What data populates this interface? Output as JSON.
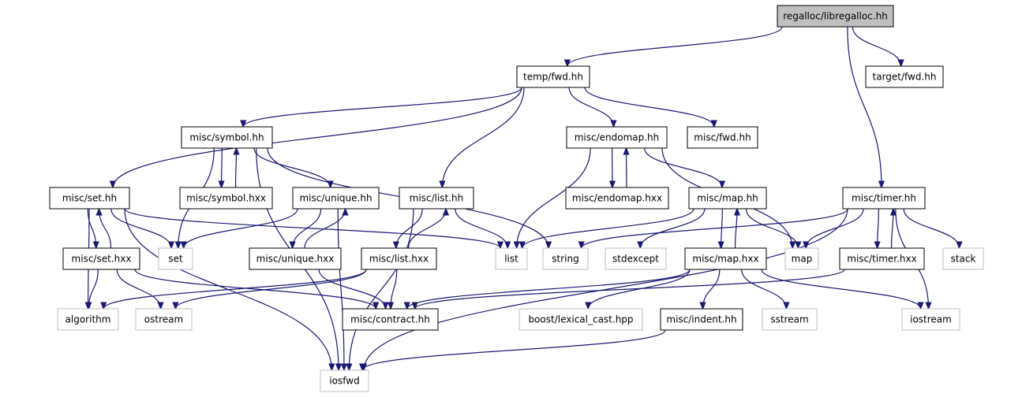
{
  "nodes": [
    {
      "id": "libregalloc_hh",
      "label": "regalloc/libregalloc.hh",
      "kind": "root"
    },
    {
      "id": "temp_fwd_hh",
      "label": "temp/fwd.hh",
      "kind": "internal"
    },
    {
      "id": "target_fwd_hh",
      "label": "target/fwd.hh",
      "kind": "internal"
    },
    {
      "id": "misc_symbol_hh",
      "label": "misc/symbol.hh",
      "kind": "internal"
    },
    {
      "id": "misc_endomap_hh",
      "label": "misc/endomap.hh",
      "kind": "internal"
    },
    {
      "id": "misc_fwd_hh",
      "label": "misc/fwd.hh",
      "kind": "internal"
    },
    {
      "id": "misc_set_hh",
      "label": "misc/set.hh",
      "kind": "internal"
    },
    {
      "id": "misc_symbol_hxx",
      "label": "misc/symbol.hxx",
      "kind": "internal"
    },
    {
      "id": "misc_unique_hh",
      "label": "misc/unique.hh",
      "kind": "internal"
    },
    {
      "id": "misc_list_hh",
      "label": "misc/list.hh",
      "kind": "internal"
    },
    {
      "id": "misc_endomap_hxx",
      "label": "misc/endomap.hxx",
      "kind": "internal"
    },
    {
      "id": "misc_map_hh",
      "label": "misc/map.hh",
      "kind": "internal"
    },
    {
      "id": "misc_timer_hh",
      "label": "misc/timer.hh",
      "kind": "internal"
    },
    {
      "id": "misc_set_hxx",
      "label": "misc/set.hxx",
      "kind": "internal"
    },
    {
      "id": "set",
      "label": "set",
      "kind": "external"
    },
    {
      "id": "misc_unique_hxx",
      "label": "misc/unique.hxx",
      "kind": "internal"
    },
    {
      "id": "misc_list_hxx",
      "label": "misc/list.hxx",
      "kind": "internal"
    },
    {
      "id": "list",
      "label": "list",
      "kind": "external"
    },
    {
      "id": "string",
      "label": "string",
      "kind": "external"
    },
    {
      "id": "stdexcept",
      "label": "stdexcept",
      "kind": "external"
    },
    {
      "id": "misc_map_hxx",
      "label": "misc/map.hxx",
      "kind": "internal"
    },
    {
      "id": "map",
      "label": "map",
      "kind": "external"
    },
    {
      "id": "misc_timer_hxx",
      "label": "misc/timer.hxx",
      "kind": "internal"
    },
    {
      "id": "stack",
      "label": "stack",
      "kind": "external"
    },
    {
      "id": "algorithm",
      "label": "algorithm",
      "kind": "external"
    },
    {
      "id": "ostream",
      "label": "ostream",
      "kind": "external"
    },
    {
      "id": "misc_contract_hh",
      "label": "misc/contract.hh",
      "kind": "internal"
    },
    {
      "id": "boost_lexical_cast_hpp",
      "label": "boost/lexical_cast.hpp",
      "kind": "external"
    },
    {
      "id": "misc_indent_hh",
      "label": "misc/indent.hh",
      "kind": "internal"
    },
    {
      "id": "sstream",
      "label": "sstream",
      "kind": "external"
    },
    {
      "id": "iostream",
      "label": "iostream",
      "kind": "external"
    },
    {
      "id": "iosfwd",
      "label": "iosfwd",
      "kind": "external"
    }
  ],
  "edges": [
    [
      "libregalloc_hh",
      "temp_fwd_hh"
    ],
    [
      "libregalloc_hh",
      "target_fwd_hh"
    ],
    [
      "libregalloc_hh",
      "misc_timer_hh"
    ],
    [
      "temp_fwd_hh",
      "misc_symbol_hh"
    ],
    [
      "temp_fwd_hh",
      "misc_set_hh"
    ],
    [
      "temp_fwd_hh",
      "misc_list_hh"
    ],
    [
      "temp_fwd_hh",
      "misc_endomap_hh"
    ],
    [
      "temp_fwd_hh",
      "misc_fwd_hh"
    ],
    [
      "misc_symbol_hh",
      "misc_symbol_hxx"
    ],
    [
      "misc_symbol_hxx",
      "misc_symbol_hh"
    ],
    [
      "misc_symbol_hh",
      "misc_unique_hh"
    ],
    [
      "misc_symbol_hh",
      "set"
    ],
    [
      "misc_symbol_hh",
      "string"
    ],
    [
      "misc_symbol_hh",
      "iosfwd"
    ],
    [
      "misc_unique_hh",
      "misc_unique_hxx"
    ],
    [
      "misc_unique_hxx",
      "misc_unique_hh"
    ],
    [
      "misc_unique_hh",
      "set"
    ],
    [
      "misc_unique_hh",
      "iosfwd"
    ],
    [
      "misc_unique_hxx",
      "misc_contract_hh"
    ],
    [
      "misc_set_hh",
      "misc_set_hxx"
    ],
    [
      "misc_set_hxx",
      "misc_set_hh"
    ],
    [
      "misc_set_hh",
      "set"
    ],
    [
      "misc_set_hh",
      "list"
    ],
    [
      "misc_set_hh",
      "algorithm"
    ],
    [
      "misc_set_hh",
      "iosfwd"
    ],
    [
      "misc_set_hxx",
      "algorithm"
    ],
    [
      "misc_set_hxx",
      "ostream"
    ],
    [
      "misc_set_hxx",
      "misc_contract_hh"
    ],
    [
      "misc_list_hh",
      "misc_list_hxx"
    ],
    [
      "misc_list_hxx",
      "misc_list_hh"
    ],
    [
      "misc_list_hh",
      "list"
    ],
    [
      "misc_list_hh",
      "iosfwd"
    ],
    [
      "misc_list_hxx",
      "misc_contract_hh"
    ],
    [
      "misc_list_hxx",
      "algorithm"
    ],
    [
      "misc_list_hxx",
      "ostream"
    ],
    [
      "misc_endomap_hh",
      "misc_endomap_hxx"
    ],
    [
      "misc_endomap_hxx",
      "misc_endomap_hh"
    ],
    [
      "misc_endomap_hh",
      "list"
    ],
    [
      "misc_endomap_hh",
      "map"
    ],
    [
      "misc_endomap_hh",
      "misc_map_hh"
    ],
    [
      "misc_map_hh",
      "misc_map_hxx"
    ],
    [
      "misc_map_hxx",
      "misc_map_hh"
    ],
    [
      "misc_map_hh",
      "list"
    ],
    [
      "misc_map_hh",
      "stdexcept"
    ],
    [
      "misc_map_hh",
      "map"
    ],
    [
      "misc_map_hxx",
      "misc_contract_hh"
    ],
    [
      "misc_map_hxx",
      "boost_lexical_cast_hpp"
    ],
    [
      "misc_map_hxx",
      "misc_indent_hh"
    ],
    [
      "misc_map_hxx",
      "sstream"
    ],
    [
      "misc_map_hxx",
      "iostream"
    ],
    [
      "misc_indent_hh",
      "iosfwd"
    ],
    [
      "misc_timer_hh",
      "misc_timer_hxx"
    ],
    [
      "misc_timer_hxx",
      "misc_timer_hh"
    ],
    [
      "misc_timer_hh",
      "string"
    ],
    [
      "misc_timer_hh",
      "map"
    ],
    [
      "misc_timer_hh",
      "stack"
    ],
    [
      "misc_timer_hh",
      "iostream"
    ],
    [
      "misc_timer_hh",
      "iosfwd"
    ],
    [
      "misc_timer_hxx",
      "misc_contract_hh"
    ]
  ],
  "colors": {
    "edge": "#191970",
    "root_fill": "#bfbfbf",
    "internal_border": "#000000",
    "external_border": "#bfbfbf"
  }
}
